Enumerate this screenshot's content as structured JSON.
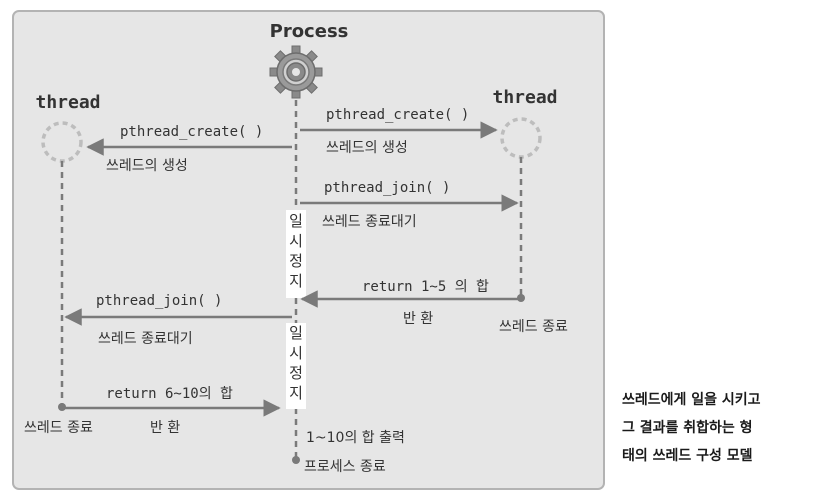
{
  "diagram": {
    "process_label": "Process",
    "thread_left_label": "thread",
    "thread_right_label": "thread",
    "create_right_fn": "pthread_create( )",
    "create_right_desc": "쓰레드의 생성",
    "create_left_fn": "pthread_create( )",
    "create_left_desc": "쓰레드의 생성",
    "join_right_fn": "pthread_join( )",
    "join_right_desc": "쓰레드 종료대기",
    "pause1": [
      "일",
      "시",
      "정",
      "지"
    ],
    "return_right_label": "return 1~5 의 합",
    "return_right_desc": "반 환",
    "right_thread_end": "쓰레드 종료",
    "join_left_fn": "pthread_join( )",
    "join_left_desc": "쓰레드 종료대기",
    "pause2": [
      "일",
      "시",
      "정",
      "지"
    ],
    "return_left_label": "return 6~10의 합",
    "return_left_desc": "반 환",
    "left_thread_end": "쓰레드 종료",
    "sum_output": "1~10의 합 출력",
    "process_end": "프로세스 종료",
    "icon": "gear-icon",
    "colors": {
      "panel_bg": "#e6e6e6",
      "panel_border": "#b3b3b3",
      "line": "#7a7a7a",
      "thread_circle": "#bdbdbd"
    }
  },
  "caption": {
    "line1": "쓰레드에게 일을 시키고",
    "line2": "그 결과를 취합하는 형",
    "line3": "태의 쓰레드 구성 모델"
  }
}
